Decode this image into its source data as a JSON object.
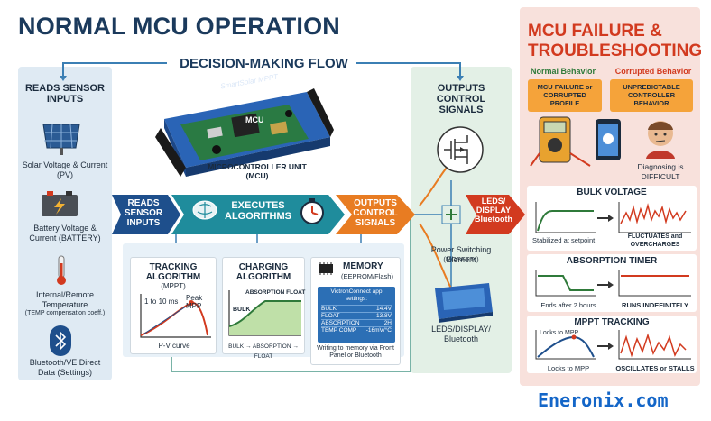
{
  "title": "NORMAL MCU OPERATION",
  "decision_flow": "DECISION-MAKING FLOW",
  "left": {
    "heading": "READS SENSOR INPUTS",
    "solar": "Solar Voltage & Current (PV)",
    "battery": "Battery Voltage & Current (BATTERY)",
    "temp": "Internal/Remote Temperature",
    "temp_note": "(TEMP compensation coeff.)",
    "bt": "Bluetooth/VE.Direct Data (Settings)"
  },
  "device": {
    "brand": "SmartSolar MPPT",
    "chip": "MCU",
    "caption": "MICROCONTROLLER UNIT (MCU)"
  },
  "flow": {
    "reads": "READS SENSOR INPUTS",
    "executes": "EXECUTES ALGORITHMS",
    "outputs": "OUTPUTS CONTROL SIGNALS",
    "leds": "LEDS/ DISPLAY Bluetooth"
  },
  "tracking": {
    "title": "TRACKING ALGORITHM",
    "sub": "(MPPT)",
    "time": "1 to 10 ms",
    "peak": "Peak MPP",
    "caption": "P-V curve"
  },
  "charging": {
    "title": "CHARGING ALGORITHM",
    "bulk": "BULK",
    "absfloat": "ABSORPTION FLOAT",
    "caption": "BULK → ABSORPTION → FLOAT"
  },
  "memory": {
    "title": "MEMORY",
    "sub": "(EEPROM/Flash)",
    "app_title": "VictronConnect app settings:",
    "rows": [
      {
        "k": "BULK",
        "v": "14.4V"
      },
      {
        "k": "FLOAT",
        "v": "13.8V"
      },
      {
        "k": "ABSORPTION",
        "v": "2H"
      },
      {
        "k": "TEMP COMP",
        "v": "-16mV/°C"
      }
    ],
    "caption": "Writing to memory via Front Panel or Bluetooth"
  },
  "right_out": {
    "heading": "OUTPUTS CONTROL SIGNALS",
    "switch": "Power Switching Element",
    "switch_note": "(MOSFETs)",
    "leds": "LEDS/DISPLAY/ Bluetooth"
  },
  "fail": {
    "title_line1": "MCU FAILURE &",
    "title_line2": "TROUBLESHOOTING",
    "normal": "Normal Behavior",
    "corrupted": "Corrupted Behavior",
    "box_left": "MCU FAILURE or CORRUPTED PROFILE",
    "box_right": "UNPREDICTABLE CONTROLLER BEHAVIOR",
    "diagnosing": "Diagnosing is DIFFICULT",
    "bulk_title": "BULK VOLTAGE",
    "bulk_ok": "Stabilized at setpoint",
    "bulk_bad": "FLUCTUATES and OVERCHARGES",
    "abs_title": "ABSORPTION TIMER",
    "abs_ok": "Ends after 2 hours",
    "abs_bad": "RUNS INDEFINITELY",
    "mppt_title": "MPPT TRACKING",
    "mppt_lock": "Locks to MPP",
    "mppt_ok": "Locks to MPP",
    "mppt_bad": "OSCILLATES or STALLS"
  },
  "brand": "Eneronix.com",
  "colors": {
    "navy": "#1b3a5c",
    "red": "#d23a1f",
    "teal": "#1f8c9c",
    "orange": "#e87c22",
    "blue": "#1e4f8c"
  }
}
